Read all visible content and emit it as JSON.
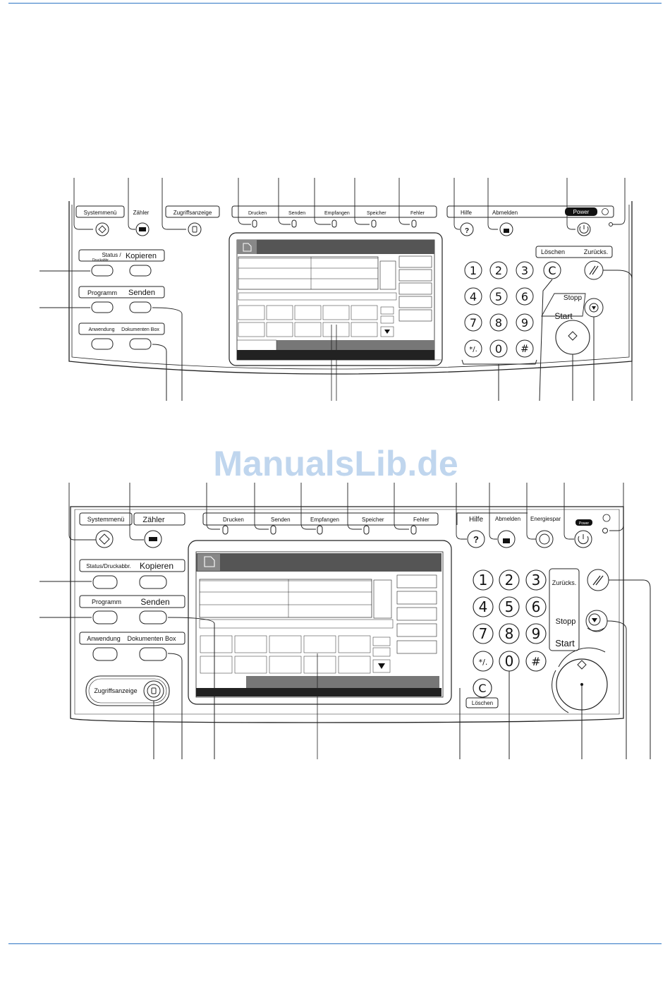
{
  "watermark": "ManualsLib.de",
  "panel1": {
    "header": [
      "Systemmenü",
      "Zähler",
      "Zugriffsanzeige",
      "Drucken",
      "Senden",
      "Empfangen",
      "Speicher",
      "Fehler",
      "Hilfe",
      "Abmelden",
      "Power"
    ],
    "status_label": "Status /",
    "status_sublabel": "Druckabbr.",
    "copy": "Kopieren",
    "program": "Programm",
    "send": "Senden",
    "application": "Anwendung",
    "docbox": "Dokumenten Box",
    "clear_label": "Löschen",
    "reset_label": "Zurücks.",
    "stop": "Stopp",
    "start": "Start",
    "keys": [
      "1",
      "2",
      "3",
      "4",
      "5",
      "6",
      "7",
      "8",
      "9",
      "*/.",
      "0",
      "#"
    ],
    "clear_key": "C"
  },
  "panel2": {
    "header": [
      "Systemmenü",
      "Zähler",
      "Drucken",
      "Senden",
      "Empfangen",
      "Speicher",
      "Fehler",
      "Hilfe",
      "Abmelden",
      "Energiespar"
    ],
    "power_text": "Power",
    "status": "Status/Druckabbr.",
    "copy": "Kopieren",
    "program": "Programm",
    "send": "Senden",
    "application": "Anwendung",
    "docbox": "Dokumenten Box",
    "access": "Zugriffsanzeige",
    "reset": "Zurücks.",
    "stop": "Stopp",
    "start": "Start",
    "clear_label": "Löschen",
    "keys": [
      "1",
      "2",
      "3",
      "4",
      "5",
      "6",
      "7",
      "8",
      "9",
      "*/.",
      "0",
      "#"
    ],
    "clear_key": "C"
  },
  "colors": {
    "rule": "#2c74c4",
    "watermark": "#2f78c8",
    "screen_dark": "#555555",
    "line": "#222222"
  }
}
